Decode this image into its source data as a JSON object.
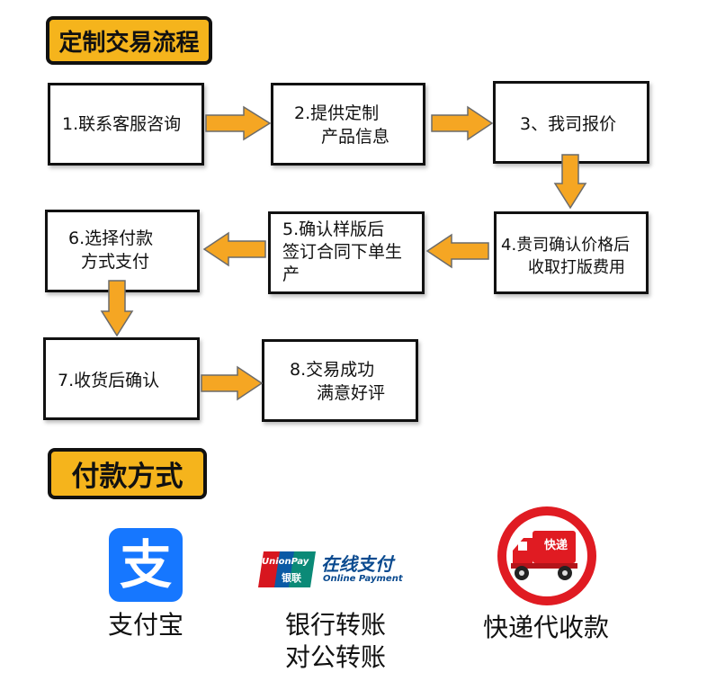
{
  "headers": {
    "process": "定制交易流程",
    "payment": "付款方式"
  },
  "steps": [
    {
      "id": 1,
      "lines": [
        "1.联系客服咨询"
      ]
    },
    {
      "id": 2,
      "lines": [
        "2.提供定制",
        "产品信息"
      ]
    },
    {
      "id": 3,
      "lines": [
        "3、我司报价"
      ]
    },
    {
      "id": 4,
      "lines": [
        "4.贵司确认价格后",
        "收取打版费用"
      ]
    },
    {
      "id": 5,
      "lines": [
        "5.确认样版后",
        "签订合同下单生",
        "产"
      ]
    },
    {
      "id": 6,
      "lines": [
        "6.选择付款",
        "方式支付"
      ]
    },
    {
      "id": 7,
      "lines": [
        "7.收货后确认"
      ]
    },
    {
      "id": 8,
      "lines": [
        "8.交易成功",
        "满意好评"
      ]
    }
  ],
  "payment_methods": [
    {
      "name": "支付宝",
      "icon": "alipay-icon",
      "glyph": "支"
    },
    {
      "name_lines": [
        "银行转账",
        "对公转账"
      ],
      "icon": "unionpay-logo",
      "logo_text": [
        "UnionPay",
        "银联",
        "在线支付",
        "Online Payment"
      ]
    },
    {
      "name": "快递代收款",
      "icon": "courier-tricycle-icon",
      "badge": "快递"
    }
  ],
  "colors": {
    "accent": "#f5b41c",
    "arrow_fill": "#f5a623",
    "alipay_blue": "#1677ff",
    "unionpay_red": "#d7161f",
    "unionpay_blue": "#0a5aa5",
    "unionpay_green": "#0b8a77",
    "prohibit_red": "#e01b22"
  }
}
